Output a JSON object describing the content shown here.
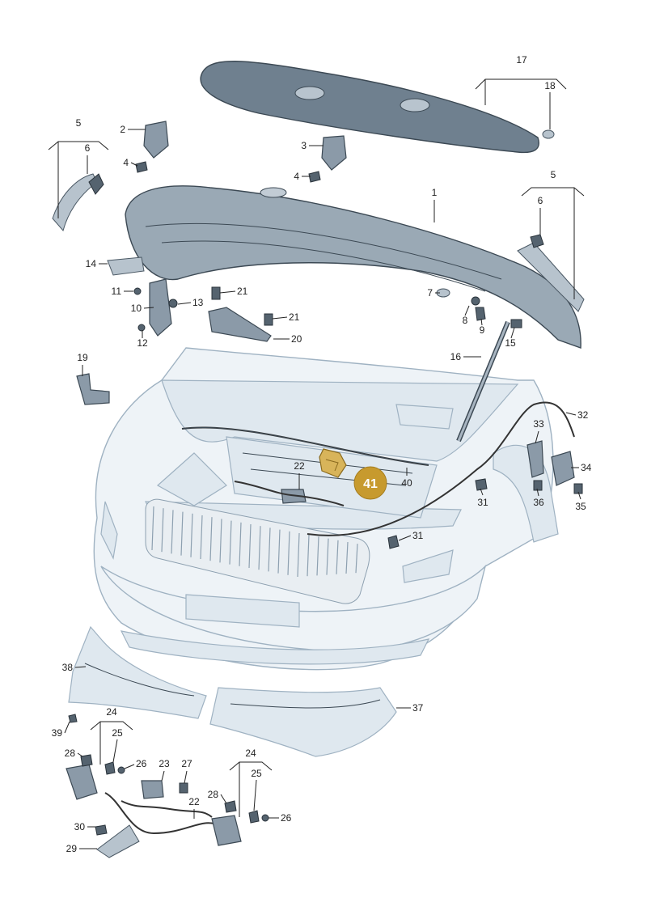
{
  "diagram": {
    "highlight": {
      "label": "41",
      "color": "#c79a2e"
    },
    "labels": {
      "l1": "1",
      "l2": "2",
      "l3": "3",
      "l4a": "4",
      "l4b": "4",
      "l5a": "5",
      "l5b": "5",
      "l6a": "6",
      "l6b": "6",
      "l7": "7",
      "l8": "8",
      "l9": "9",
      "l10": "10",
      "l11": "11",
      "l12": "12",
      "l13": "13",
      "l14": "14",
      "l15": "15",
      "l16": "16",
      "l17": "17",
      "l18": "18",
      "l19": "19",
      "l20": "20",
      "l21a": "21",
      "l21b": "21",
      "l22a": "22",
      "l22b": "22",
      "l23": "23",
      "l24a": "24",
      "l24b": "24",
      "l25a": "25",
      "l25b": "25",
      "l26a": "26",
      "l26b": "26",
      "l27": "27",
      "l28a": "28",
      "l28b": "28",
      "l29": "29",
      "l30": "30",
      "l31a": "31",
      "l31b": "31",
      "l32": "32",
      "l33": "33",
      "l34": "34",
      "l35": "35",
      "l36": "36",
      "l37": "37",
      "l38": "38",
      "l39": "39",
      "l40": "40"
    },
    "colors": {
      "line": "#222222",
      "body": "#eef3f7",
      "part": "#8b9aa8"
    }
  }
}
